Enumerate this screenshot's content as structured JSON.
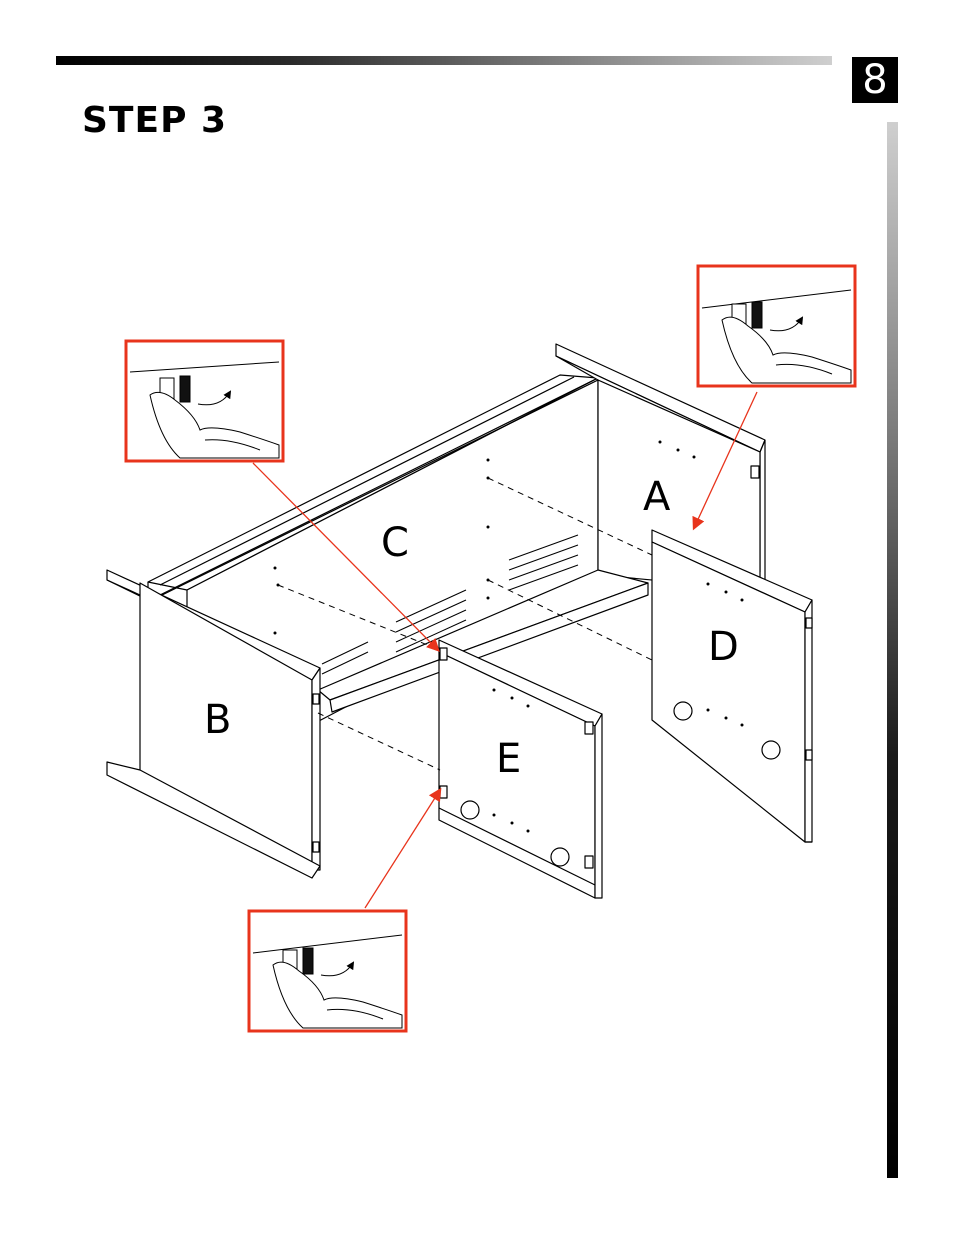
{
  "page": {
    "number": "8",
    "step_title": "STEP 3"
  },
  "diagram": {
    "panel_labels": {
      "a": "A",
      "b": "B",
      "c": "C",
      "d": "D",
      "e": "E"
    },
    "colors": {
      "callout": "#e8341c",
      "line": "#000000",
      "panel_fill": "#ffffff"
    },
    "callouts": [
      {
        "name": "cam-lock-detail-left",
        "icon": "hand-turning-cam-lock"
      },
      {
        "name": "cam-lock-detail-top-right",
        "icon": "hand-turning-cam-lock"
      },
      {
        "name": "cam-lock-detail-bottom",
        "icon": "hand-turning-cam-lock"
      }
    ]
  }
}
